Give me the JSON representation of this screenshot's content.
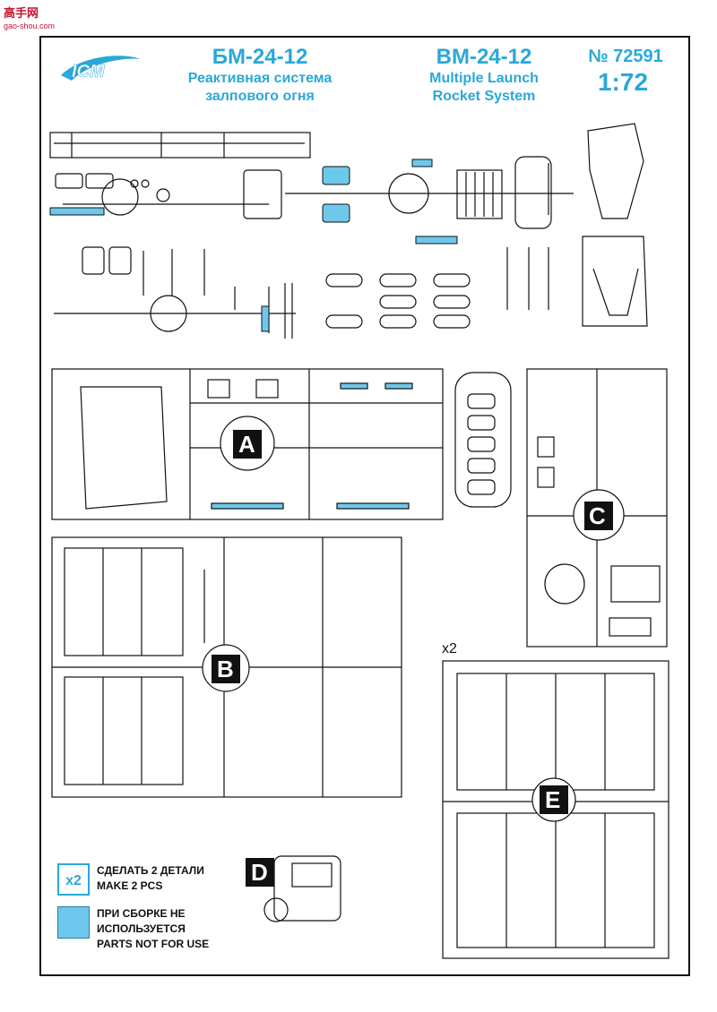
{
  "watermark": {
    "logo": "高手网",
    "url": "gao-shou.com"
  },
  "header": {
    "brand": "ICM",
    "title_ru": "БМ-24-12",
    "subtitle_ru_1": "Реактивная система",
    "subtitle_ru_2": "залпового огня",
    "title_en": "BM-24-12",
    "subtitle_en_1": "Multiple Launch",
    "subtitle_en_2": "Rocket System",
    "kit_no": "№ 72591",
    "scale": "1:72"
  },
  "sprues": {
    "A": "A",
    "B": "B",
    "C": "C",
    "D": "D",
    "E": "E",
    "e_multiplier": "x2"
  },
  "legend": {
    "x2_label": "x2",
    "make2_ru": "СДЕЛАТЬ 2 ДЕТАЛИ",
    "make2_en": "MAKE 2 PCS",
    "notused_ru_1": "ПРИ СБОРКЕ НЕ",
    "notused_ru_2": "ИСПОЛЬЗУЕТСЯ",
    "notused_en": "PARTS NOT FOR USE"
  },
  "colors": {
    "accent": "#2aa8d8",
    "unused_fill": "#6ec8ec",
    "ink": "#111111"
  }
}
